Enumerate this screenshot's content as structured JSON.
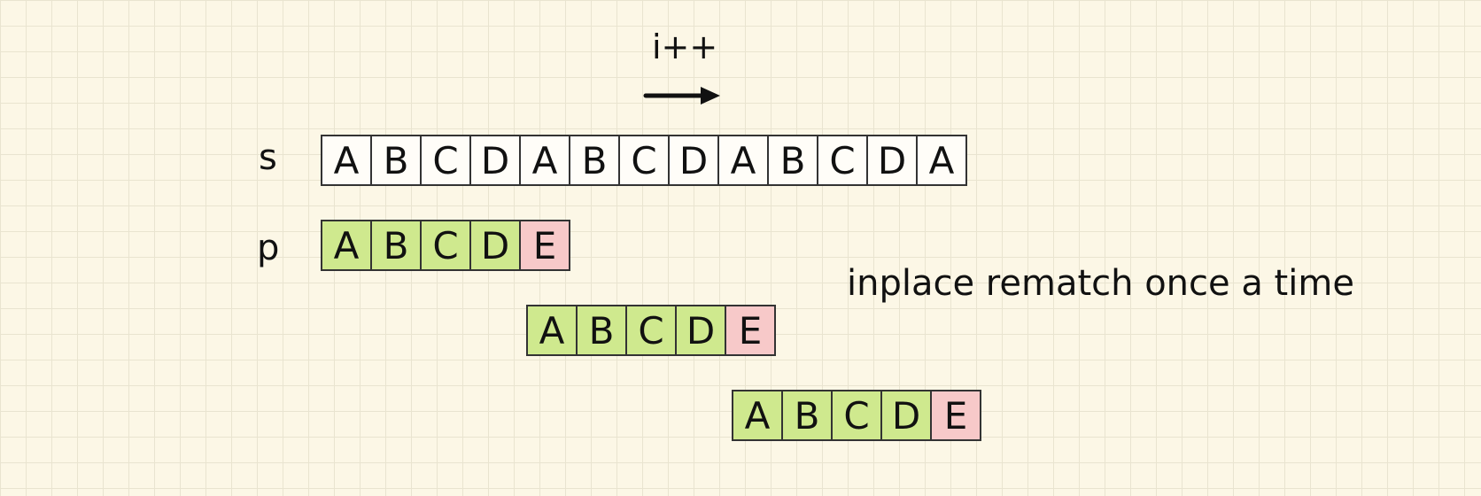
{
  "arrow_label": "i++",
  "s": {
    "label": "s",
    "chars": [
      "A",
      "B",
      "C",
      "D",
      "A",
      "B",
      "C",
      "D",
      "A",
      "B",
      "C",
      "D",
      "A"
    ]
  },
  "p": {
    "label": "p",
    "attempts": [
      {
        "chars": [
          "A",
          "B",
          "C",
          "D",
          "E"
        ],
        "states": [
          "match",
          "match",
          "match",
          "match",
          "miss"
        ]
      },
      {
        "chars": [
          "A",
          "B",
          "C",
          "D",
          "E"
        ],
        "states": [
          "match",
          "match",
          "match",
          "match",
          "miss"
        ]
      },
      {
        "chars": [
          "A",
          "B",
          "C",
          "D",
          "E"
        ],
        "states": [
          "match",
          "match",
          "match",
          "match",
          "miss"
        ]
      }
    ]
  },
  "caption": "inplace rematch once a time",
  "colors": {
    "match": "#cfe98e",
    "miss": "#f7c9c9",
    "cell_border": "#333333",
    "background": "#fcf7e6"
  }
}
